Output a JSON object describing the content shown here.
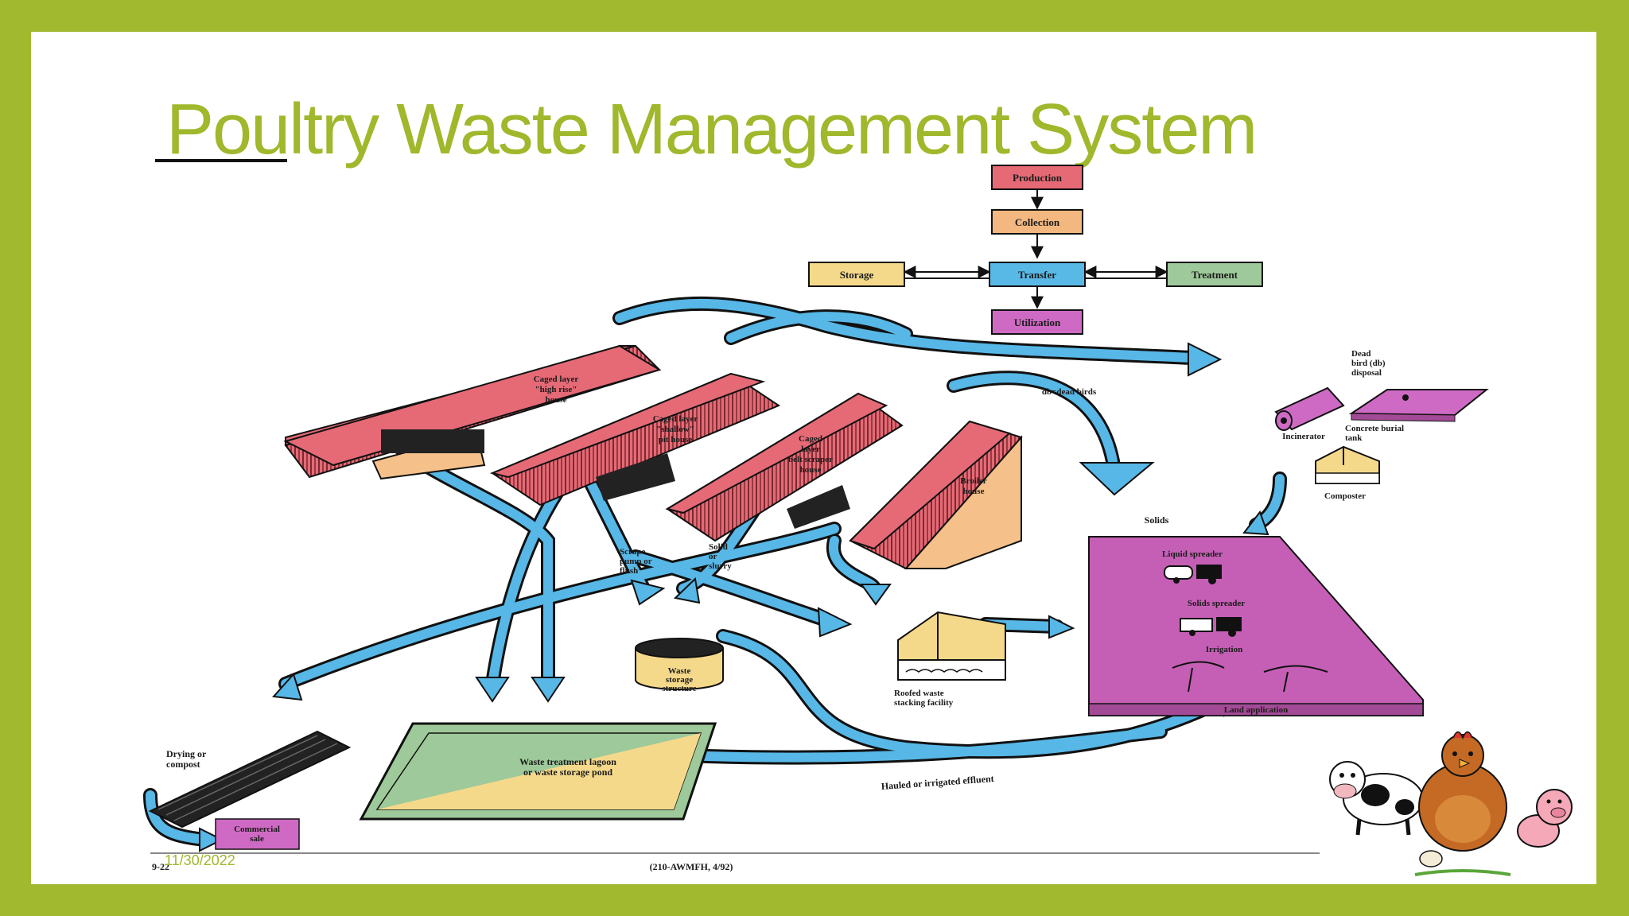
{
  "slide": {
    "title": "Poultry Waste Management System",
    "date": "11/30/2022"
  },
  "colors": {
    "frame": "#a0b92e",
    "title": "#9fb82c",
    "arrow": "#57b7e6",
    "barn": "#e56a76",
    "land": "#c55fb5",
    "storage": "#f5d98b",
    "treatment": "#9ec99a",
    "transfer": "#59b9e6",
    "utilization": "#cf6ac4",
    "collection": "#f2b880"
  },
  "flow": {
    "production": "Production",
    "collection": "Collection",
    "transfer": "Transfer",
    "storage": "Storage",
    "treatment": "Treatment",
    "utilization": "Utilization"
  },
  "houses": {
    "high_rise": [
      "Caged layer",
      "\"high rise\"",
      "house"
    ],
    "shallow_pit": [
      "Caged layer",
      "\"shallow\"",
      "pit house"
    ],
    "belt_scraper": [
      "Caged",
      "layer",
      "belt scraper",
      "house"
    ],
    "broiler": [
      "Broiler",
      "house"
    ]
  },
  "labels": {
    "db_dead_birds": "db=dead birds",
    "dead_bird_disposal": [
      "Dead",
      "bird (db)",
      "disposal"
    ],
    "incinerator": "Incinerator",
    "concrete_burial_tank": [
      "Concrete burial",
      "tank"
    ],
    "composter": "Composter",
    "solids": "Solids",
    "liquid_spreader": "Liquid spreader",
    "solids_spreader": "Solids spreader",
    "irrigation": "Irrigation",
    "land_application": "Land application",
    "scrape_pump": [
      "Scrape",
      "pump or",
      "flush"
    ],
    "solid_slurry": [
      "Solid",
      "or",
      "slurry"
    ],
    "waste_storage_structure": [
      "Waste",
      "storage",
      "structure"
    ],
    "roofed_waste": [
      "Roofed waste",
      "stacking facility"
    ],
    "drying_compost": [
      "Drying or",
      "compost"
    ],
    "lagoon": [
      "Waste treatment lagoon",
      "or waste storage pond"
    ],
    "effluent": "Hauled or irrigated effluent",
    "commercial_sale": [
      "Commercial",
      "sale"
    ],
    "page_ref": "9-22",
    "source_ref": "(210-AWMFH, 4/92)"
  }
}
